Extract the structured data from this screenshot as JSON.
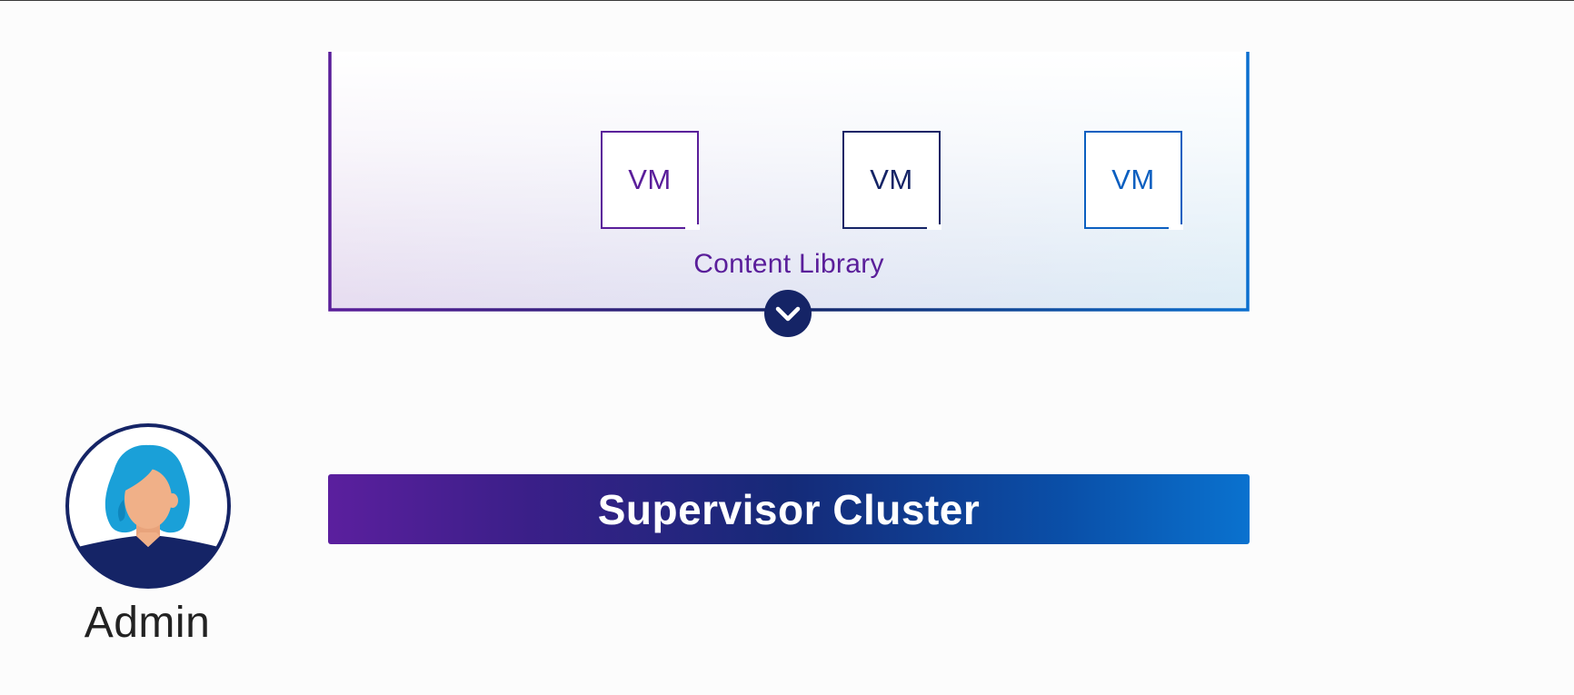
{
  "content_library": {
    "label": "Content Library",
    "vms": [
      {
        "label": "VM",
        "color": "#5a1e9a"
      },
      {
        "label": "VM",
        "color": "#152466"
      },
      {
        "label": "VM",
        "color": "#0b5fc0"
      }
    ]
  },
  "supervisor_cluster": {
    "label": "Supervisor Cluster"
  },
  "admin": {
    "label": "Admin"
  },
  "colors": {
    "purple": "#5a1e9a",
    "navy": "#152466",
    "blue": "#0b6fcf",
    "skin": "#f0b088",
    "hair": "#1aa0d8"
  },
  "icons": [
    "chevron-down-icon",
    "admin-avatar-icon"
  ]
}
